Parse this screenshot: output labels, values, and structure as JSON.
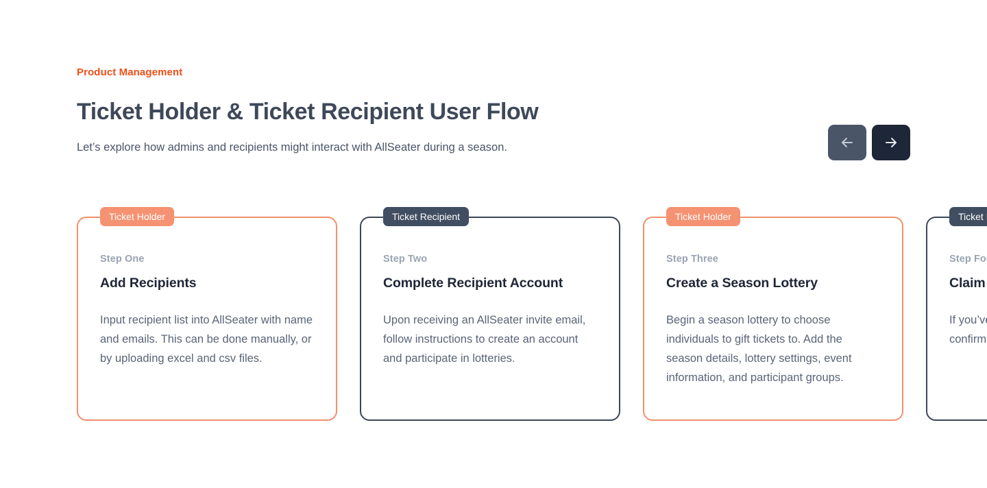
{
  "header": {
    "eyebrow": "Product Management",
    "title": "Ticket Holder & Ticket Recipient User Flow",
    "subtitle": "Let’s explore how admins and recipients might interact with AllSeater during a season."
  },
  "nav": {
    "prev_label": "Previous",
    "next_label": "Next",
    "prev_icon": "arrow-left-icon",
    "next_icon": "arrow-right-icon"
  },
  "colors": {
    "accent_orange": "#F04E17",
    "badge_orange": "#F59272",
    "border_orange": "#F0906B",
    "badge_dark": "#414D61",
    "border_dark": "#3C4659",
    "nav_prev_bg": "#4A5568",
    "nav_next_bg": "#1E2738",
    "title_text": "#1E2535",
    "body_text": "#5A6478",
    "step_text": "#9AA3B2"
  },
  "cards": [
    {
      "badge": "Ticket Holder",
      "theme": "orange",
      "step": "Step One",
      "title": "Add Recipients",
      "body": "Input recipient list into AllSeater with name and emails. This can be done manually, or by uploading excel and csv files."
    },
    {
      "badge": "Ticket Recipient",
      "theme": "dark",
      "step": "Step Two",
      "title": "Complete Recipient Account",
      "body": "Upon receiving an AllSeater invite email, follow instructions to create an account and participate in lotteries."
    },
    {
      "badge": "Ticket Holder",
      "theme": "orange",
      "step": "Step Three",
      "title": "Create a Season Lottery",
      "body": "Begin a season lottery to choose individuals to gift tickets to. Add the season details, lottery settings, event information, and participant groups."
    },
    {
      "badge": "Ticket Recipient",
      "theme": "dark",
      "step": "Step Four",
      "title": "Claim Tickets",
      "body": "If you’ve won tickets, participate in confirming days before."
    }
  ]
}
